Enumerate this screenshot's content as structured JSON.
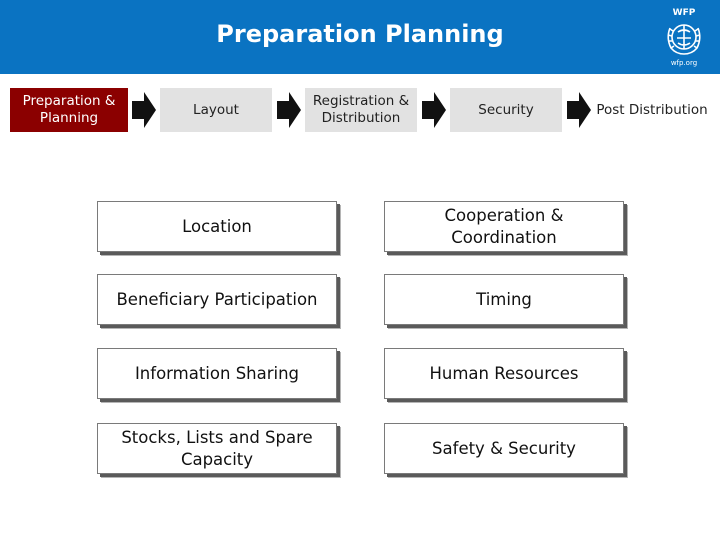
{
  "header": {
    "title": "Preparation Planning",
    "background": "#0a73c2",
    "logo": {
      "icon": "wfp-emblem-icon",
      "text": "WFP",
      "url_text": "wfp.org"
    }
  },
  "process_stages": [
    {
      "label": "Preparation & Planning",
      "state": "active",
      "color": "#8b0000"
    },
    {
      "label": "Layout",
      "state": "inactive"
    },
    {
      "label": "Registration & Distribution",
      "state": "inactive"
    },
    {
      "label": "Security",
      "state": "inactive"
    },
    {
      "label": "Post Distribution",
      "state": "inactive"
    }
  ],
  "arrow_icon": "right-arrow-icon",
  "topics": {
    "left": [
      "Location",
      "Beneficiary Participation",
      "Information Sharing",
      "Stocks, Lists and Spare Capacity"
    ],
    "right": [
      "Cooperation & Coordination",
      "Timing",
      "Human Resources",
      "Safety & Security"
    ]
  }
}
